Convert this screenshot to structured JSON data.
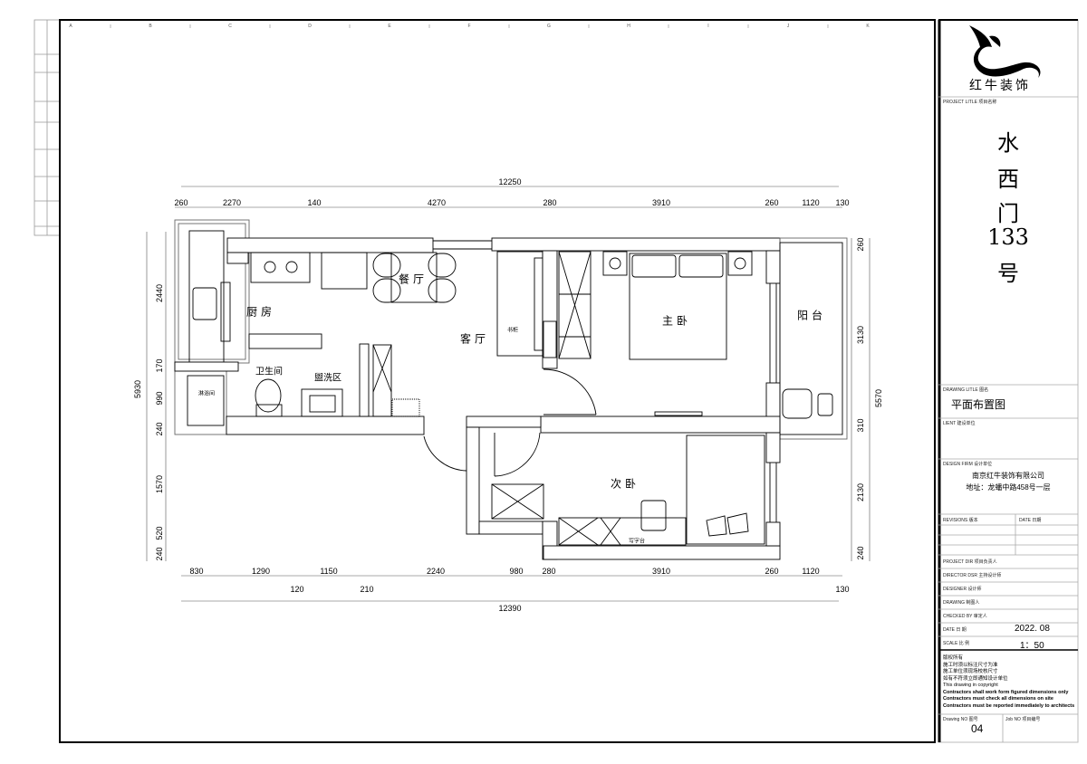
{
  "grid_letters": [
    "A",
    "B",
    "C",
    "D",
    "E",
    "F",
    "G",
    "H",
    "I",
    "J",
    "K"
  ],
  "dimensions": {
    "top_total": "12250",
    "top": [
      "260",
      "2270",
      "140",
      "4270",
      "280",
      "3910",
      "260",
      "1120",
      "130"
    ],
    "bottom": [
      "830",
      "1290",
      "1150",
      "2240",
      "980",
      "280",
      "3910",
      "260",
      "1120"
    ],
    "bottom_second": [
      "120",
      "210",
      "130"
    ],
    "bottom_total": "12390",
    "left_total": "5930",
    "left": [
      "2440",
      "170",
      "990",
      "240",
      "1570",
      "520",
      "240"
    ],
    "right_total": "5570",
    "right": [
      "260",
      "3130",
      "310",
      "2130",
      "240"
    ]
  },
  "rooms": {
    "kitchen": "厨房",
    "dining": "餐厅",
    "living": "客厅",
    "master_bedroom": "主卧",
    "balcony": "阳台",
    "bathroom": "卫生间",
    "wash_area": "盥洗区",
    "shower": "淋浴间",
    "bookcase": "书柜",
    "second_bedroom": "次卧",
    "desk": "写字台"
  },
  "title_block": {
    "brand": "红牛装饰",
    "project_title_label": "PROJECT LITLE  项目名称",
    "project_name": [
      "水",
      "西",
      "门",
      "133",
      "号"
    ],
    "drawing_title_label": "DRAWING LITLE  图名",
    "drawing_title": "平面布置图",
    "client_label": "LIENT  建设单位",
    "design_firm_label": "DESIGN FIRM  设计单位",
    "company": "南京红牛装饰有限公司",
    "address": "地址：龙蟠中路458号一层",
    "revisions_label": "REVISIONS  版本",
    "revisions_date_label": "DATE  日期",
    "project_dir_label": "PROJECT DIR  项目负责人",
    "director_label": "DIRECTOR DSR  主持设计师",
    "designer_label": "DESIGNER  设计师",
    "drawing_label": "DRAWING  制图人",
    "checked_label": "CHECKED BY  审定人",
    "date_label": "DATE  日 期",
    "date_value": "2022. 08",
    "scale_label": "SCALE  比 例",
    "scale_value": "1：50",
    "notes": [
      "版权所有",
      "施工时须以标注尺寸为准",
      "施工单位须现场校核尺寸",
      "如有不符须立即通知设计单位",
      "This drawing in copyright",
      "Contractors shall work form figured dimensions only",
      "Contractors must check all dimensions on site",
      "Contractors must be reported immediately to architects"
    ],
    "drawing_no_label": "Drawing NO  图号",
    "drawing_no": "04",
    "job_no_label": "Job NO  项目编号"
  }
}
